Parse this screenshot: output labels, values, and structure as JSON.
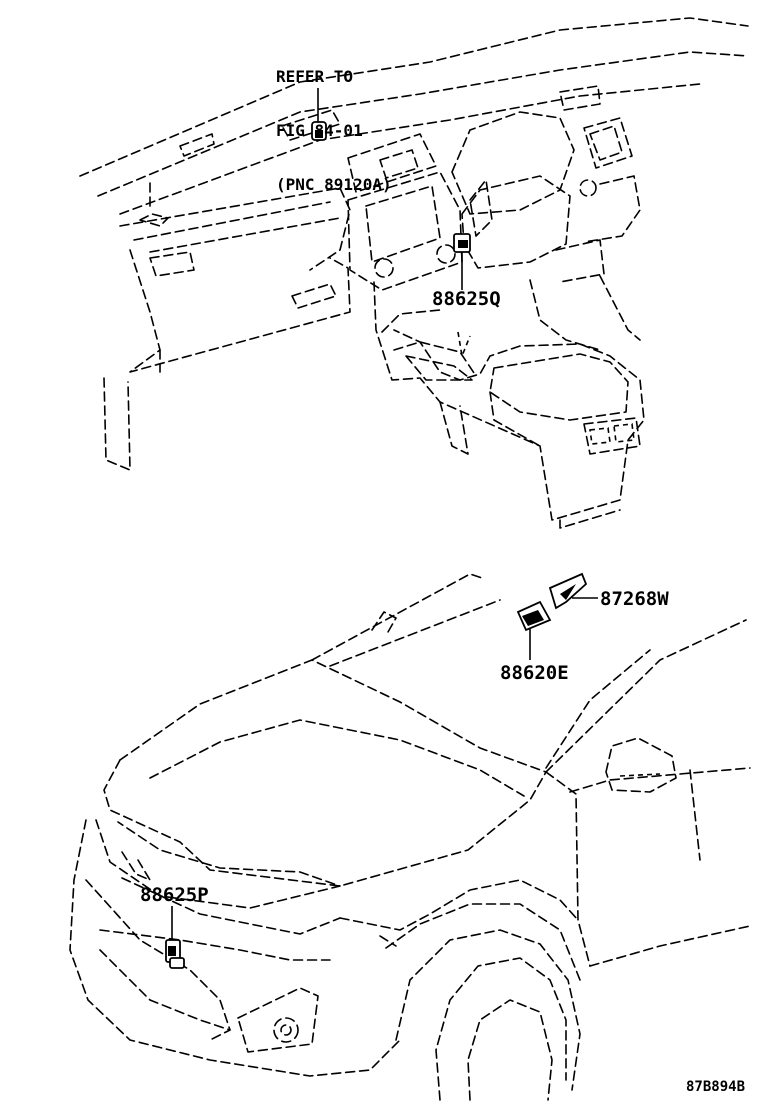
{
  "reference_note": {
    "line1": "REFER TO",
    "line2": "FIG 84-01",
    "line3": "(PNC 89120A)"
  },
  "part_numbers": {
    "interior_sensor": "88625Q",
    "bumper_sensor": "88625P",
    "bracket": "87268W",
    "sensor_unit": "88620E"
  },
  "figure_code": "87B894B"
}
